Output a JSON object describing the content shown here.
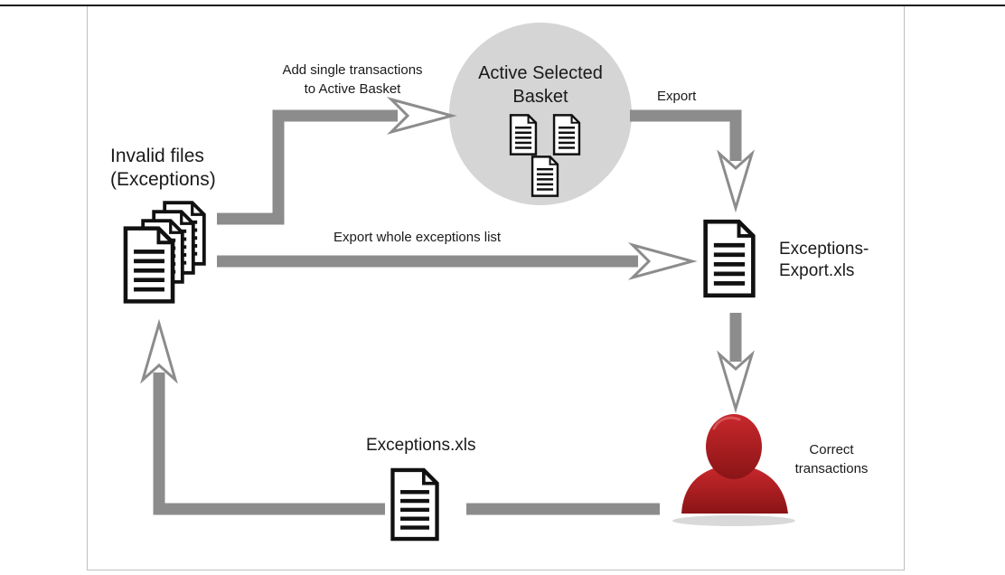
{
  "diagram": {
    "nodes": {
      "invalid_files": {
        "line1": "Invalid files",
        "line2": "(Exceptions)"
      },
      "active_basket": {
        "line1": "Active Selected",
        "line2": "Basket"
      },
      "exceptions_export": {
        "line1": "Exceptions-",
        "line2": "Export.xls"
      },
      "correct": {
        "line1": "Correct",
        "line2": "transactions"
      },
      "exceptions_xls": {
        "label": "Exceptions.xls"
      }
    },
    "edges": {
      "add_single": {
        "line1": "Add single transactions",
        "line2": "to Active Basket"
      },
      "export": {
        "label": "Export"
      },
      "export_whole": {
        "label": "Export whole exceptions list"
      }
    },
    "icons": [
      "document-stack-icon",
      "document-icon",
      "person-icon"
    ],
    "colors": {
      "arrow": "#8c8c8c",
      "arrowhead_fill": "#ffffff",
      "basket_circle": "#d5d5d5",
      "person": "#a51e22",
      "document": "#111111"
    }
  }
}
